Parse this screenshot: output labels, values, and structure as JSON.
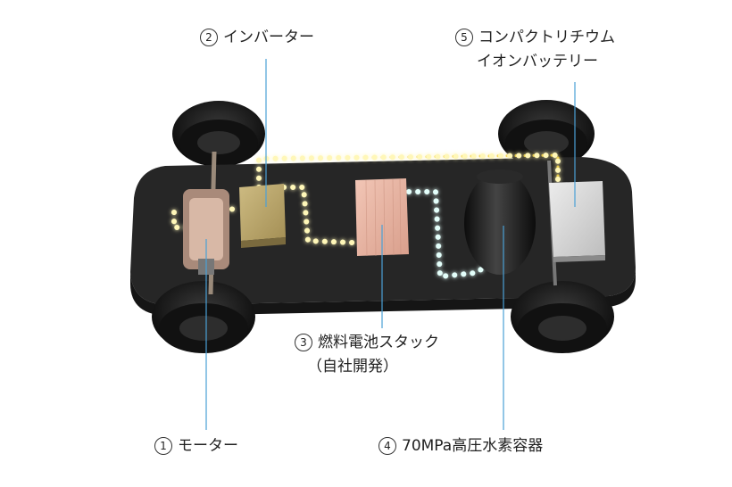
{
  "components": [
    {
      "id": "motor",
      "number": "1",
      "label": "モーター"
    },
    {
      "id": "inverter",
      "number": "2",
      "label": "インバーター"
    },
    {
      "id": "fuel_cell_stack",
      "number": "3",
      "label": "燃料電池スタック",
      "sub_label": "（自社開発）"
    },
    {
      "id": "hydrogen_tank",
      "number": "4",
      "label": "70MPa高圧水素容器"
    },
    {
      "id": "battery",
      "number": "5",
      "label": "コンパクトリチウム",
      "sub_label": "イオンバッテリー"
    }
  ],
  "colors": {
    "chassis": "#262626",
    "electric_flow": "#f4d54a",
    "hydrogen_flow": "#8fe0d6",
    "leader_line": "#4aa0d6",
    "inverter": "#bda96f",
    "fuel_cell": "#e9b5a4",
    "battery": "#d6d6d6",
    "tank": "#1a1a1a"
  }
}
